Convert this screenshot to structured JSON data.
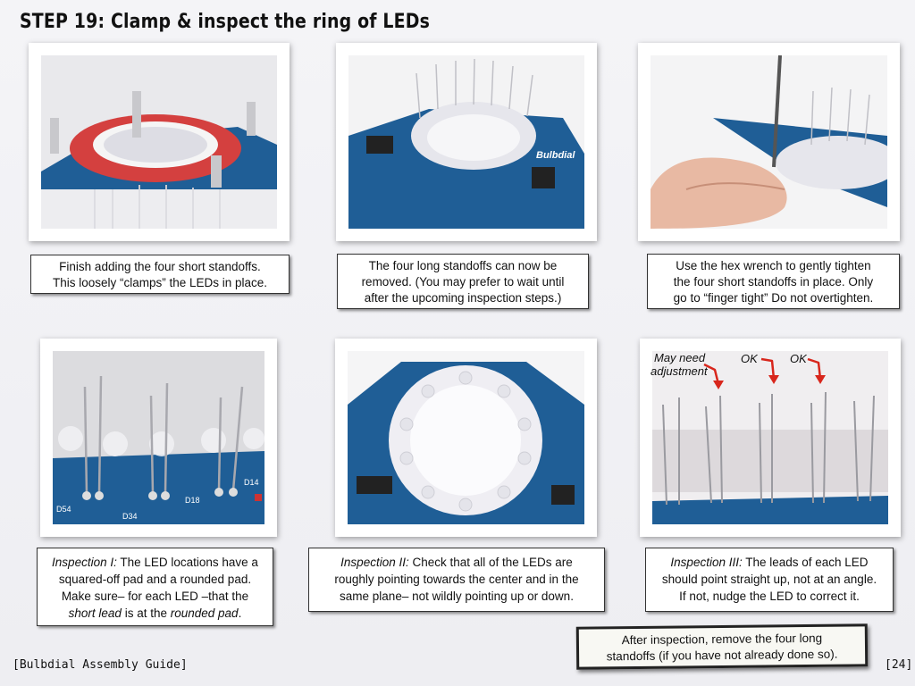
{
  "title": "STEP 19: Clamp & inspect the ring of LEDs",
  "captions": {
    "c1": [
      "Finish adding the four short standoffs.",
      "This loosely “clamps” the LEDs in place."
    ],
    "c2": [
      "The four long standoffs can now be",
      "removed. (You may prefer to wait until",
      "after the upcoming inspection steps.)"
    ],
    "c3": [
      "Use the hex wrench to gently tighten",
      "the four short standoffs in place.  Only",
      "go to “finger tight” Do not overtighten."
    ],
    "c4": {
      "l1_italic": "Inspection I:",
      "l1_rest": " The LED locations have a",
      "l2": "squared-off pad and a rounded pad.",
      "l3": "Make sure– for each LED –that the",
      "l4_italic1": "short lead",
      "l4_mid": " is at the ",
      "l4_italic2": "rounded pad",
      "l4_end": "."
    },
    "c5": {
      "l1_italic": "Inspection II:",
      "l1_rest": "  Check that all of the LEDs are",
      "l2": "roughly pointing towards the center and in the",
      "l3": "same plane– not wildly pointing up or down."
    },
    "c6": {
      "l1_italic": "Inspection III:",
      "l1_rest": " The leads of each LED",
      "l2": "should point straight up, not at an angle.",
      "l3": "If not, nudge the LED to correct it."
    }
  },
  "note": [
    "After inspection, remove the four long",
    "standoffs (if you have not already done so)."
  ],
  "annotations": {
    "may_need_1": "May need",
    "may_need_2": "adjustment",
    "ok_1": "OK",
    "ok_2": "OK"
  },
  "board_labels": {
    "d54": "D54",
    "d34": "D34",
    "d18": "D18",
    "d14": "D14",
    "bulbdial": "Bulbdial"
  },
  "footer": {
    "left": "[Bulbdial Assembly Guide]",
    "right": "[24]"
  },
  "colors": {
    "board_blue": "#1f5e96",
    "board_red": "#d4403f",
    "arrow_red": "#d8261c"
  }
}
